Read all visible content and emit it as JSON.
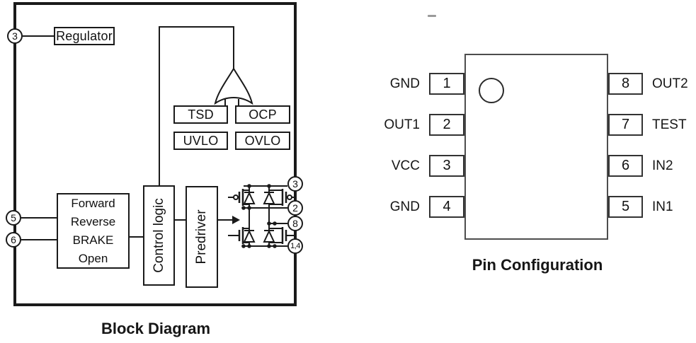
{
  "colors": {
    "background": "#ffffff",
    "line": "#1a1a1a",
    "ic_outline": "#4d4d4d"
  },
  "block_diagram": {
    "caption": "Block Diagram",
    "regulator_label": "Regulator",
    "tsd_label": "TSD",
    "ocp_label": "OCP",
    "uvlo_label": "UVLO",
    "ovlo_label": "OVLO",
    "mode_lines": [
      "Forward",
      "Reverse",
      "BRAKE",
      "Open"
    ],
    "control_logic_label": "Control logic",
    "predriver_label": "Predriver",
    "pin_bubbles": {
      "regulator_pin": "3",
      "input_pin_a": "5",
      "input_pin_b": "6",
      "vcc_pin": "3",
      "out1_pin": "2",
      "out2_pin": "8",
      "gnd_pins": "1,4"
    }
  },
  "pin_configuration": {
    "caption": "Pin Configuration",
    "left_pins": [
      {
        "number": "1",
        "label": "GND"
      },
      {
        "number": "2",
        "label": "OUT1"
      },
      {
        "number": "3",
        "label": "VCC"
      },
      {
        "number": "4",
        "label": "GND"
      }
    ],
    "right_pins": [
      {
        "number": "8",
        "label": "OUT2"
      },
      {
        "number": "7",
        "label": "TEST"
      },
      {
        "number": "6",
        "label": "IN2"
      },
      {
        "number": "5",
        "label": "IN1"
      }
    ]
  }
}
